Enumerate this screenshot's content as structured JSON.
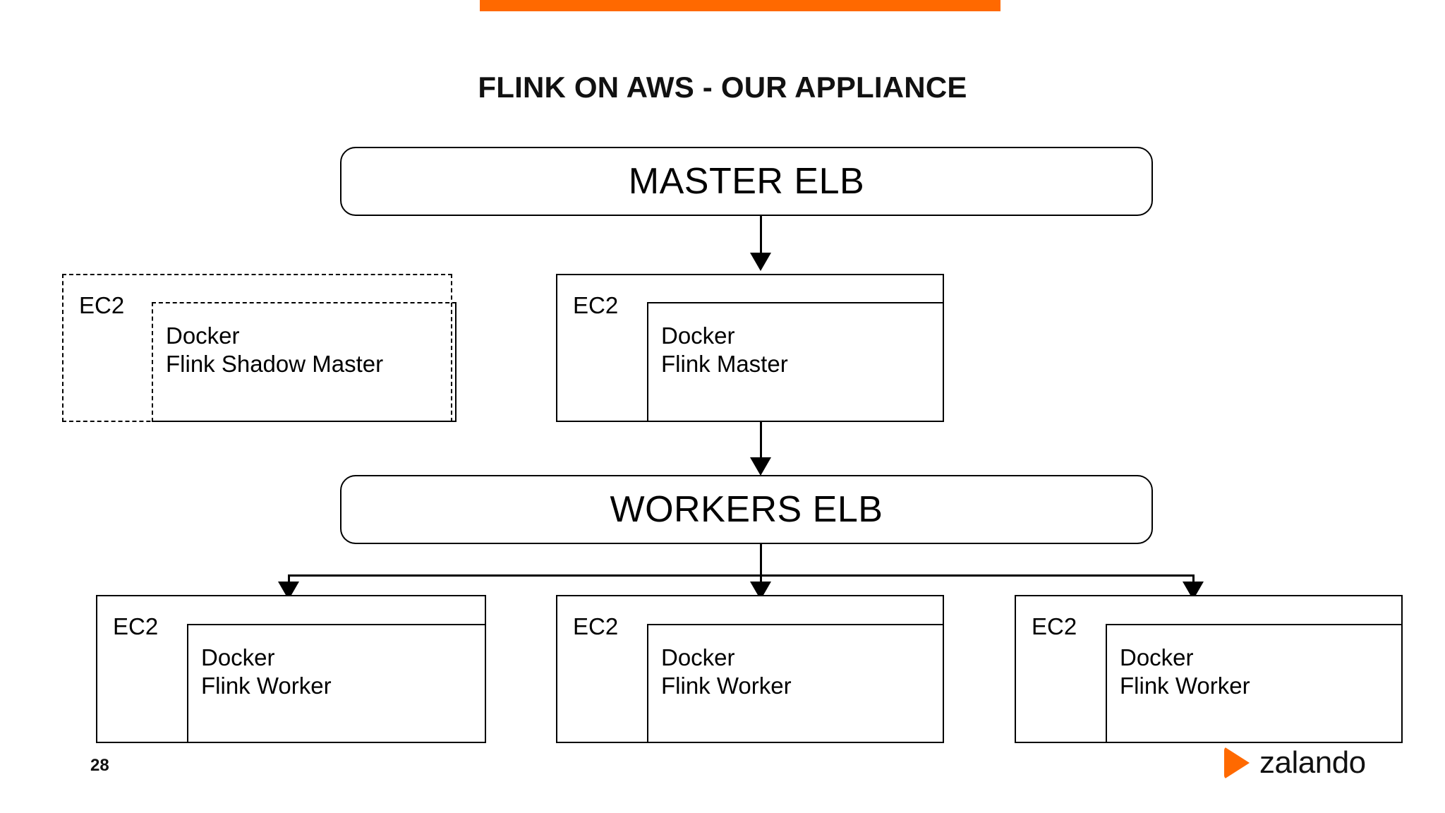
{
  "slide": {
    "title": "FLINK ON AWS - OUR APPLIANCE",
    "page_number": "28",
    "accent_color": "#ff6900"
  },
  "brand": {
    "name": "zalando",
    "mark": "play-triangle-icon",
    "color": "#ff6900"
  },
  "diagram": {
    "type": "architecture",
    "load_balancers": [
      {
        "id": "master-elb",
        "label": "MASTER ELB"
      },
      {
        "id": "workers-elb",
        "label": "WORKERS ELB"
      }
    ],
    "instances": [
      {
        "id": "ec2-shadow-master",
        "outer_label": "EC2",
        "style": "dashed",
        "container": {
          "style": "half-dashed",
          "line1": "Docker",
          "line2": "Flink Shadow Master"
        }
      },
      {
        "id": "ec2-master",
        "outer_label": "EC2",
        "style": "solid",
        "container": {
          "style": "solid",
          "line1": "Docker",
          "line2": "Flink Master"
        }
      },
      {
        "id": "ec2-worker-1",
        "outer_label": "EC2",
        "style": "solid",
        "container": {
          "style": "solid",
          "line1": "Docker",
          "line2": "Flink Worker"
        }
      },
      {
        "id": "ec2-worker-2",
        "outer_label": "EC2",
        "style": "solid",
        "container": {
          "style": "solid",
          "line1": "Docker",
          "line2": "Flink Worker"
        }
      },
      {
        "id": "ec2-worker-3",
        "outer_label": "EC2",
        "style": "solid",
        "container": {
          "style": "solid",
          "line1": "Docker",
          "line2": "Flink Worker"
        }
      }
    ],
    "connections": [
      {
        "from": "master-elb",
        "to": "ec2-master",
        "kind": "arrow-down"
      },
      {
        "from": "ec2-master",
        "to": "workers-elb",
        "kind": "arrow-down"
      },
      {
        "from": "workers-elb",
        "to": "ec2-worker-1",
        "kind": "arrow-down-branch"
      },
      {
        "from": "workers-elb",
        "to": "ec2-worker-2",
        "kind": "arrow-down-branch"
      },
      {
        "from": "workers-elb",
        "to": "ec2-worker-3",
        "kind": "arrow-down-branch"
      }
    ]
  }
}
